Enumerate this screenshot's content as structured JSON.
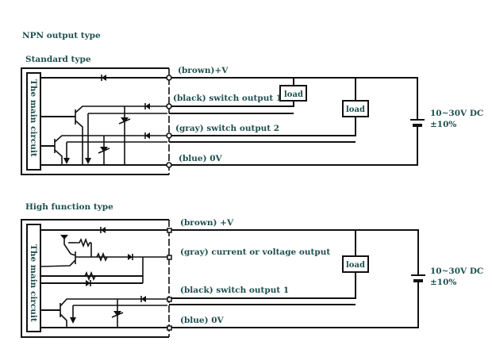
{
  "heading": "NPN output type",
  "sections": [
    {
      "title": "Standard type",
      "main_circuit_label": "The main circuit",
      "wires": [
        {
          "color": "brown",
          "label": "(brown)+V"
        },
        {
          "color": "black",
          "label": "(black) switch output 1"
        },
        {
          "color": "gray",
          "label": "(gray) switch output 2"
        },
        {
          "color": "blue",
          "label": "(blue) 0V"
        }
      ],
      "loads": [
        "load",
        "load"
      ],
      "supply": {
        "line1": "10~30V DC",
        "line2": "±10%"
      }
    },
    {
      "title": "High function type",
      "main_circuit_label": "The main circuit",
      "wires": [
        {
          "color": "brown",
          "label": "(brown) +V"
        },
        {
          "color": "gray",
          "label": "(gray) current or voltage output"
        },
        {
          "color": "black",
          "label": "(black) switch output 1"
        },
        {
          "color": "blue",
          "label": "(blue) 0V"
        }
      ],
      "loads": [
        "load"
      ],
      "supply": {
        "line1": "10~30V DC",
        "line2": "±10%"
      }
    }
  ]
}
